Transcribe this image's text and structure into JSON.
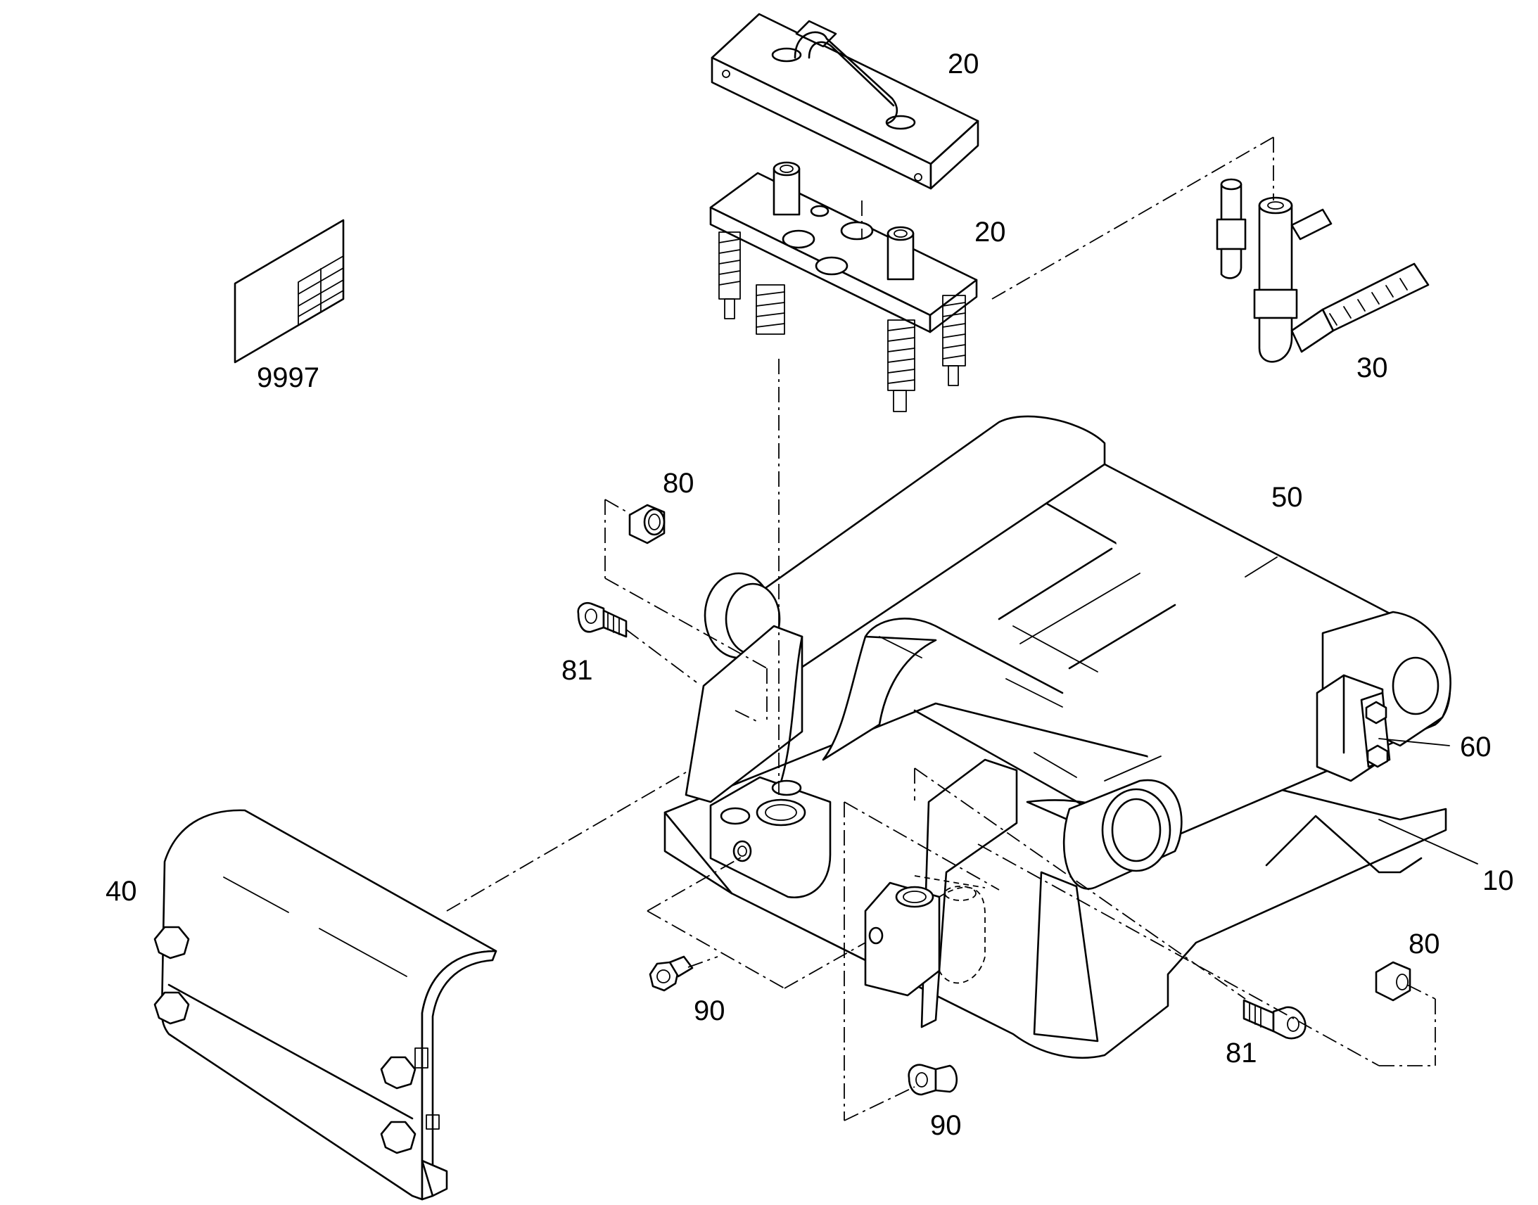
{
  "diagram": {
    "callouts": {
      "c9997": "9997",
      "c20_top": "20",
      "c20_mid": "20",
      "c30": "30",
      "c80_top": "80",
      "c81_left": "81",
      "c50": "50",
      "c60": "60",
      "c10": "10",
      "c40": "40",
      "c90_left": "90",
      "c81_right": "81",
      "c80_right": "80",
      "c90_bottom": "90"
    }
  }
}
